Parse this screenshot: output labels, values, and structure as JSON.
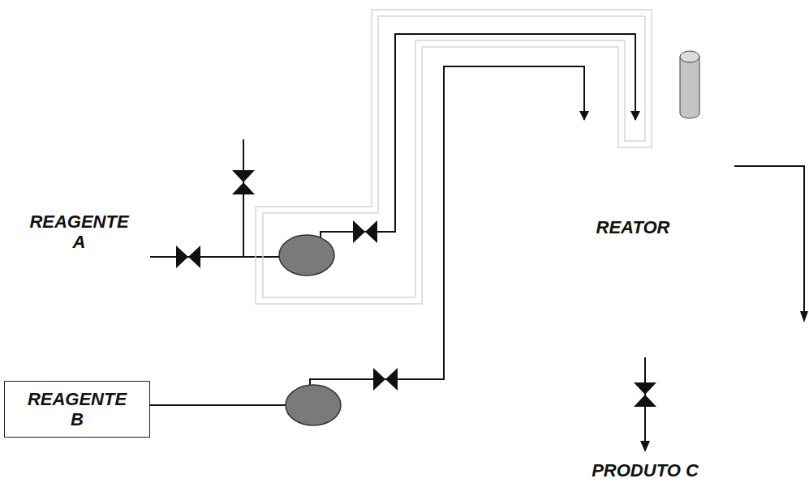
{
  "diagram": {
    "nodes": [
      {
        "text": [
          "REAGENTE A"
        ]
      },
      {
        "text": [
          "REAGENTE B"
        ]
      },
      {
        "text": [
          "REATOR"
        ]
      }
    ],
    "edges": [
      {
        "from": 0,
        "to": 2,
        "arrow": "to"
      },
      {
        "from": 1,
        "to": 2,
        "arrow": "to"
      }
    ],
    "labels": [
      "PRODUTO C"
    ]
  }
}
